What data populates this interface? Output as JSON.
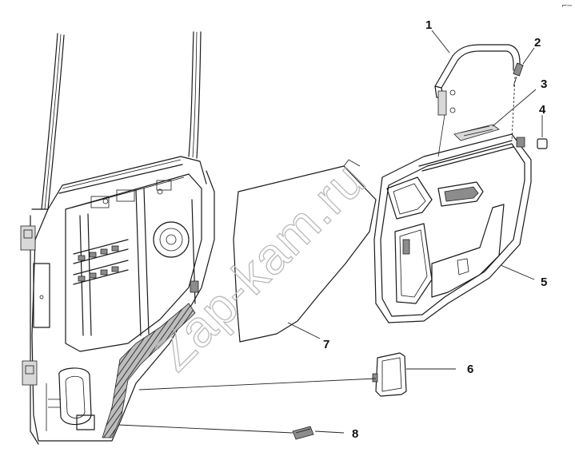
{
  "corner_mark": "⌐─",
  "watermark": "Zap-kam.ru",
  "callouts": [
    {
      "label": "1",
      "part": "grab-handle"
    },
    {
      "label": "2",
      "part": "handle-bolt"
    },
    {
      "label": "3",
      "part": "switch-panel"
    },
    {
      "label": "4",
      "part": "plug-cap"
    },
    {
      "label": "5",
      "part": "door-trim-panel"
    },
    {
      "label": "6",
      "part": "speaker-grille"
    },
    {
      "label": "7",
      "part": "waterproof-film"
    },
    {
      "label": "8",
      "part": "small-clip"
    }
  ],
  "colors": {
    "line": "#1a1a1a",
    "watermark": "#b9b9b9",
    "shade": "#8c8c8c"
  }
}
